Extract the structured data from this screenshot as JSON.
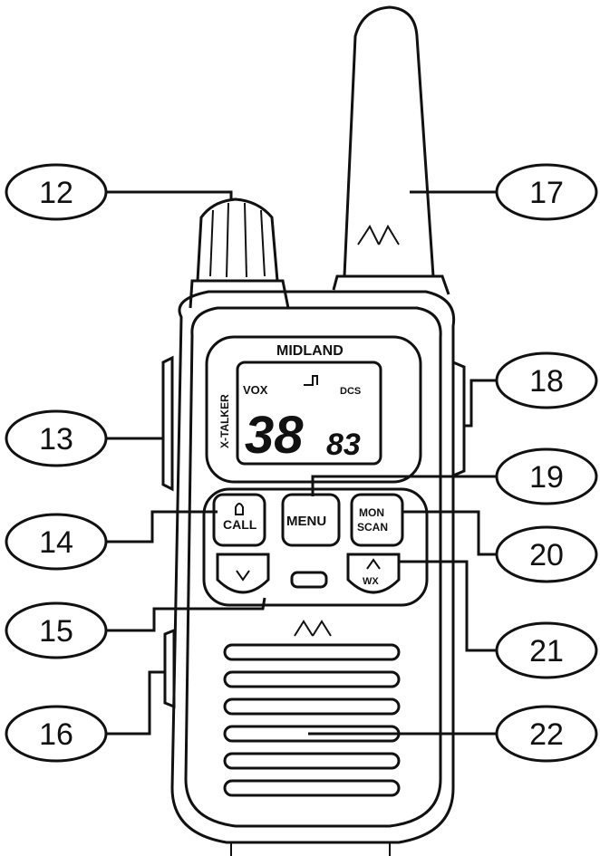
{
  "callouts": [
    {
      "id": "12",
      "label": "12"
    },
    {
      "id": "13",
      "label": "13"
    },
    {
      "id": "14",
      "label": "14"
    },
    {
      "id": "15",
      "label": "15"
    },
    {
      "id": "16",
      "label": "16"
    },
    {
      "id": "17",
      "label": "17"
    },
    {
      "id": "18",
      "label": "18"
    },
    {
      "id": "19",
      "label": "19"
    },
    {
      "id": "20",
      "label": "20"
    },
    {
      "id": "21",
      "label": "21"
    },
    {
      "id": "22",
      "label": "22"
    }
  ],
  "device": {
    "brand": "MIDLAND",
    "side_label": "X-TALKER",
    "display_channel": "38",
    "display_code": "83",
    "display_top": "VOX",
    "display_dcs": "DCS"
  },
  "buttons": {
    "call": "CALL",
    "menu": "MENU",
    "mon_scan_line1": "MON",
    "mon_scan_line2": "SCAN",
    "wx": "WX"
  },
  "colors": {
    "ink": "#111111",
    "paper": "#ffffff"
  }
}
